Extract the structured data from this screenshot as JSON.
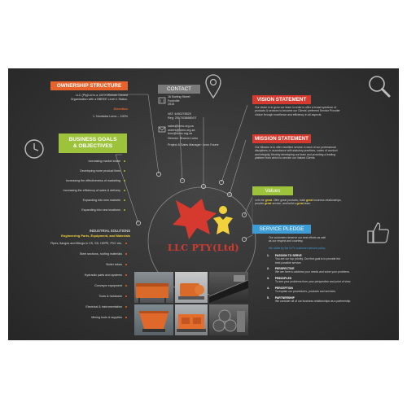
{
  "ownership": {
    "title": "OWNERSHIP STRUCTURE",
    "body_line1": "LLC (Pty)Ltd is a 100% Woman Owned",
    "body_line2": "Organisation with a BBEEE Level 1 Status.",
    "direction_label": "Direction",
    "direction_value": "1.    Nontsizia Lomo – 100%"
  },
  "contact": {
    "title": "CONTACT",
    "address1": "16 Borling Street",
    "address2": "Fochville",
    "address3": "2515",
    "vat": "VAT: 4450278520",
    "reg": "Reg: 2017/038680/07",
    "email1": "sales@lomo.org.za",
    "email2": "orders@lomo.org.za",
    "email3": "leon@lomo.org.za",
    "director": "Director: Sharon Lomo",
    "manager": "Project & Sales Manager: Leon Fourie"
  },
  "vision": {
    "title": "VISION STATEMENT",
    "line1": "Our vision is to grow our team in order to offer a broad spectrum of",
    "line2": "products & services to become our Clients' preferred Service Provider",
    "line3": "choice through excellence and efficiency in all aspects."
  },
  "mission": {
    "title": "MISSION STATEMENT",
    "line1": "Our Mission is to offer excellent service in each of our professional",
    "line2": "disciplines, in accordance with statutory practices, codes of conduct",
    "line3": "and integrity, thereby developing our team and providing a leading",
    "line4": "platform from which to service our Valued Clients."
  },
  "values": {
    "title": "Values",
    "line1_a": "Let's be ",
    "line1_b": "great",
    "line1_c": ". Offer great products, build ",
    "line1_d": "great",
    "line1_e": " business relationships,",
    "line2_a": "provide ",
    "line2_b": "great",
    "line2_c": " service, and build a ",
    "line2_d": "great",
    "line2_e": " team."
  },
  "business": {
    "title_line1": "BUSINESS GOALS",
    "title_line2": "& OBJECTIVES",
    "items": [
      "Increasing market share",
      "Developing more product lines",
      "Increasing the effectiveness of marketing",
      "Increasing the efficiency of sales & delivery",
      "Expanding into new markets",
      "Expanding into new locations"
    ]
  },
  "industrial": {
    "title": "INDUSTRIAL SOLUTIONS",
    "subtitle": "Engineering Parts, Equipment, and Materials",
    "items": [
      "Pipes, flanges and fittings in CS, SS, HDPE, PVC etc.",
      "Steel sections, roofing materials",
      "Boiler tubes",
      "Hydraulic parts and systems",
      "Conveyor equipment",
      "Tools & hardware",
      "Electrical & instrumentation",
      "Mining tools & supplies"
    ]
  },
  "pledge": {
    "title": "SERVICE PLEDGE",
    "intro1": "Our customers deserve our best efforts as well",
    "intro2": "as our respect and courtesy.",
    "abide": "We abide by the 5-P's customer service policy:",
    "items": [
      {
        "num": "1.",
        "head": "PASSION TO SERVE",
        "l1": "You are our top priority. Our first goal is to provide the",
        "l2": "best possible service."
      },
      {
        "num": "2.",
        "head": "PERSPECTIVE",
        "l1": "We are here to address your needs and solve your problems.",
        "l2": ""
      },
      {
        "num": "3.",
        "head": "PRINCIPLES",
        "l1": "To see your problems from your perspective and point of view.",
        "l2": ""
      },
      {
        "num": "4.",
        "head": "PERCEPTION",
        "l1": "To explain our procedures, products and services.",
        "l2": ""
      },
      {
        "num": "5.",
        "head": "PARTNERSHIP",
        "l1": "We consider all of our business relationships as a partnership.",
        "l2": ""
      }
    ]
  },
  "logo": {
    "text": "LLC PTY(Ltd)"
  },
  "colors": {
    "orange": "#e8632c",
    "green": "#9dc23b",
    "red": "#d63a2f",
    "blue": "#3d9cd6",
    "yellow": "#f2d23c"
  }
}
